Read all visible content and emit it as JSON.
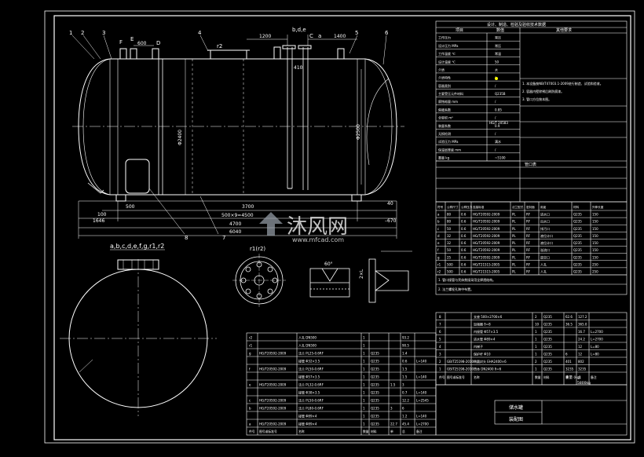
{
  "vessel": {
    "part_labels": [
      "1",
      "2",
      "3",
      "4",
      "5",
      "6",
      "7",
      "8"
    ],
    "nozzle_labels_top": [
      "F",
      "E",
      "D",
      "r2",
      "b,d,e",
      "C",
      "a"
    ],
    "dims_top": [
      "600",
      "1200",
      "1400"
    ],
    "dims_bottom": [
      "100",
      "500",
      "3700",
      "500×9=4500",
      "4700",
      "6040",
      "1646",
      "–670"
    ],
    "dim_height": "Φ2400",
    "dim_right": "Φ2500",
    "dim_410": "410",
    "dim_40": "40",
    "end_view_label": "a,b,c,d,e,f,g,r1,r2",
    "detail_label": "r1(r2)",
    "detail_angle": "60°",
    "detail_dim": "2×L"
  },
  "tech_table": {
    "title": "设计、制造、检验及验收技术数据",
    "col_left": "项目",
    "col_mid": "数值",
    "col_right": "其他要求",
    "rows": [
      "工作压力",
      "设计压力 MPa",
      "工作温度 ℃",
      "设计温度 ℃",
      "介质",
      "介质特性",
      "容器类别",
      "主要受压元件材料",
      "腐蚀裕量 mm",
      "焦缝系数",
      "全容积 m³",
      "装量系数",
      "无损检测",
      "试验压力 MPa",
      "保温层厚度 mm",
      "重量 kg"
    ],
    "values": [
      "常压",
      "常压",
      "常温",
      "50",
      "水",
      "/",
      "/",
      "Q235B",
      "/",
      "0.85",
      "/",
      "0.9",
      "/",
      "满水",
      "/",
      "~5100"
    ],
    "notes": [
      "1. 本设备按NB/T47003.1-2009进行制造、试验和验收。",
      "2. 容器内壁除锈后刷防腐漆。",
      "3. 管口方位按本图。"
    ],
    "weld_std": "HG/T 20583",
    "sub_title": "管口表"
  },
  "nozzle_table": {
    "headers": [
      "符号",
      "公称尺寸",
      "公称压力",
      "连接标准",
      "法兰型式",
      "密封面",
      "用途",
      "材料",
      "外伸长度"
    ],
    "rows": [
      [
        "a",
        "80",
        "0.6",
        "HG/T20592-2009",
        "PL",
        "RF",
        "进水口",
        "Q235",
        "150"
      ],
      [
        "b",
        "80",
        "0.6",
        "HG/T20592-2009",
        "PL",
        "RF",
        "出水口",
        "Q235",
        "150"
      ],
      [
        "c",
        "50",
        "0.6",
        "HG/T20592-2009",
        "PL",
        "RF",
        "排污口",
        "Q235",
        "150"
      ],
      [
        "d",
        "32",
        "0.6",
        "HG/T20592-2009",
        "PL",
        "RF",
        "液位计口",
        "Q235",
        "150"
      ],
      [
        "e",
        "32",
        "0.6",
        "HG/T20592-2009",
        "PL",
        "RF",
        "液位计口",
        "Q235",
        "150"
      ],
      [
        "f",
        "50",
        "0.6",
        "HG/T20592-2009",
        "PL",
        "RF",
        "溢流口",
        "Q235",
        "150"
      ],
      [
        "g",
        "25",
        "0.6",
        "HG/T20592-2009",
        "PL",
        "RF",
        "放空口",
        "Q235",
        "150"
      ],
      [
        "r1",
        "500",
        "0.6",
        "HG/T21515-2005",
        "PL",
        "RF",
        "人孔",
        "Q235",
        "250"
      ],
      [
        "r2",
        "500",
        "0.6",
        "HG/T21515-2005",
        "PL",
        "RF",
        "人孔",
        "Q235",
        "250"
      ]
    ],
    "notes": [
      "1. 管口接管与壳体焦接采用全焊透结构。",
      "2. 法兰螺栓孔跨中布置。"
    ]
  },
  "bom_right": {
    "rows": [
      [
        "8",
        "",
        "支座 500×2700×6",
        "2",
        "Q235",
        "62.6",
        "127.2",
        ""
      ],
      [
        "7",
        "",
        "加强圈 δ=8",
        "10",
        "Q235",
        "36.5",
        "365.0",
        ""
      ],
      [
        "6",
        "",
        "内接管 Φ57×3.5",
        "1",
        "Q235",
        "",
        "16.7",
        "L=2700"
      ],
      [
        "5",
        "",
        "进水管 Φ89×4",
        "1",
        "Q235",
        "",
        "24.2",
        "L=2700"
      ],
      [
        "4",
        "",
        "内梯子",
        "1",
        "Q235",
        "",
        "12",
        "L=80"
      ],
      [
        "3",
        "",
        "保护杆 Φ10",
        "1",
        "Q235",
        "6",
        "12",
        "L=80"
      ],
      [
        "2",
        "GB/T25198-2010",
        "椭圆封头 EHA2400×6",
        "2",
        "Q235",
        "401",
        "802",
        ""
      ],
      [
        "1",
        "GB/T25198-2010",
        "筒体 DN2400 δ=6",
        "1",
        "Q235",
        "3235",
        "3235",
        ""
      ]
    ],
    "header": [
      "件号",
      "图号或标准号",
      "名称",
      "数量",
      "材料",
      "单",
      "总",
      "备注"
    ],
    "weight_label": "重量 (kg)",
    "total_weight": "5800kg"
  },
  "bom_left": {
    "rows": [
      [
        "r2",
        "",
        "人孔 DN500",
        "1",
        "",
        "",
        "93.2",
        ""
      ],
      [
        "r1",
        "",
        "人孔 DN500",
        "1",
        "",
        "",
        "90.5",
        ""
      ],
      [
        "g",
        "HG/T20592-2009",
        "法兰 PL25-0.6RF",
        "1",
        "Q235",
        "",
        "1.4",
        ""
      ],
      [
        "",
        "",
        "接管 Φ32×3.5",
        "1",
        "Q235",
        "",
        "0.6",
        "L=140"
      ],
      [
        "f",
        "HG/T20592-2009",
        "法兰 PL50-0.6RF",
        "1",
        "Q235",
        "",
        "1.5",
        ""
      ],
      [
        "",
        "",
        "接管 Φ57×3.5",
        "1",
        "Q235",
        "",
        "1.5",
        "L=140"
      ],
      [
        "e",
        "HG/T20592-2009",
        "法兰 PL32-0.6RF",
        "1",
        "Q235",
        "1.5",
        "3",
        ""
      ],
      [
        "",
        "",
        "接管 Φ38×3.5",
        "1",
        "Q235",
        "",
        "0.7",
        "L=140"
      ],
      [
        "c",
        "HG/T20592-2009",
        "法兰 PL50-0.6RF",
        "1",
        "Q235",
        "",
        "12.2",
        "L=2545"
      ],
      [
        "b",
        "HG/T20592-2009",
        "法兰 PL80-0.6RF",
        "1",
        "Q235",
        "3",
        "6",
        ""
      ],
      [
        "",
        "",
        "接管 Φ89×4",
        "1",
        "Q235",
        "",
        "1.2",
        "L=140"
      ],
      [
        "a",
        "HG/T20592-2009",
        "接管 Φ89×4",
        "1",
        "Q235",
        "22.7",
        "45.4",
        "L=2700"
      ]
    ],
    "header": [
      "件号",
      "图号或标准号",
      "名称",
      "数量",
      "材料",
      "单",
      "总",
      "备注"
    ]
  },
  "title_block": {
    "line1": "储水罐",
    "line2": "装配图"
  },
  "watermark": {
    "cn": "沐风网",
    "url": "www.mfcad.com"
  },
  "colors": {
    "background": "#000000",
    "line": "#ffffff",
    "frame": "#ffffff",
    "accent": "#ffff00",
    "watermark": "#9aa3ad"
  }
}
